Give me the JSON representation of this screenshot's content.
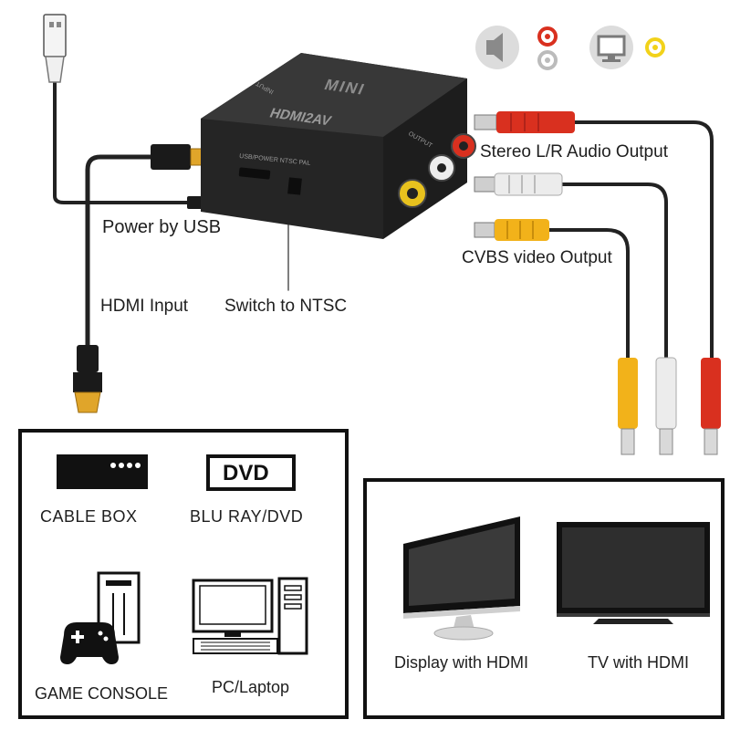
{
  "top_icons": {
    "audio": {
      "icon": "speaker-icon",
      "badge": "rca-red-white-icon"
    },
    "video": {
      "icon": "monitor-icon",
      "badge": "rca-yellow-icon"
    }
  },
  "device": {
    "brand": "MINI",
    "model": "HDMI2AV",
    "input_port": "INPUT",
    "output_port": "OUTPUT",
    "switch_text": "USB/POWER NTSC PAL"
  },
  "labels": {
    "audio_output": "Stereo L/R Audio Output",
    "video_output": "CVBS video Output",
    "power": "Power by USB",
    "hdmi_input": "HDMI Input",
    "ntsc_switch": "Switch to NTSC"
  },
  "sources": {
    "cable_box": "CABLE BOX",
    "dvd_logo": "DVD",
    "blu_ray": "BLU RAY/DVD",
    "game_console": "GAME CONSOLE",
    "pc": "PC/Laptop"
  },
  "displays": {
    "monitor": "Display with HDMI",
    "tv": "TV with HDMI"
  },
  "colors": {
    "rca_red": "#d9301f",
    "rca_white": "#e6e6e6",
    "rca_yellow": "#f2b21a",
    "hdmi_gold": "#e0a52a",
    "device_body": "#2a2a2a"
  }
}
